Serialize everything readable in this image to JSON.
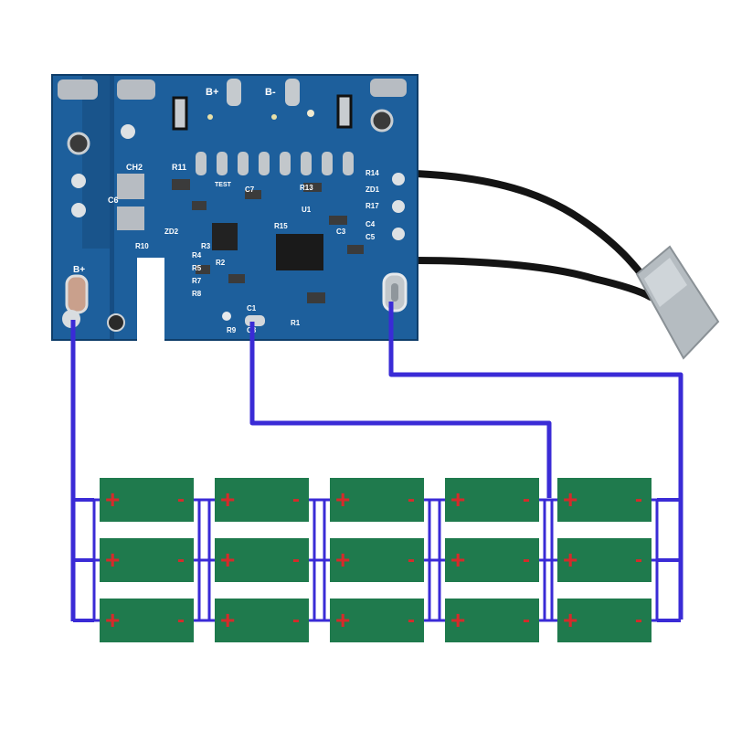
{
  "colors": {
    "pcb": "#1d5f9c",
    "pcb_dark": "#16497a",
    "pad": "#b7bcc2",
    "wire": "#3a2bd6",
    "cell": "#1f7a4d",
    "cell_sign": "#d62a2a",
    "cable": "#141414",
    "connector": "#b5bcc1"
  },
  "board": {
    "top_labels": {
      "b_plus": "B+",
      "b_minus": "B-"
    },
    "left_pad_label": "B+",
    "silkscreen": [
      "CH2",
      "C6",
      "R11",
      "R14",
      "ZD1",
      "R17",
      "C4",
      "C5",
      "C3",
      "R10",
      "ZD2",
      "C7",
      "R13",
      "U1",
      "R15",
      "R4",
      "R5",
      "R7",
      "R8",
      "R2",
      "R3",
      "R1",
      "C1",
      "C8",
      "R9",
      "TEST"
    ]
  },
  "pack": {
    "rows": 3,
    "columns": 5,
    "plus_sign": "+",
    "minus_sign": "-"
  }
}
